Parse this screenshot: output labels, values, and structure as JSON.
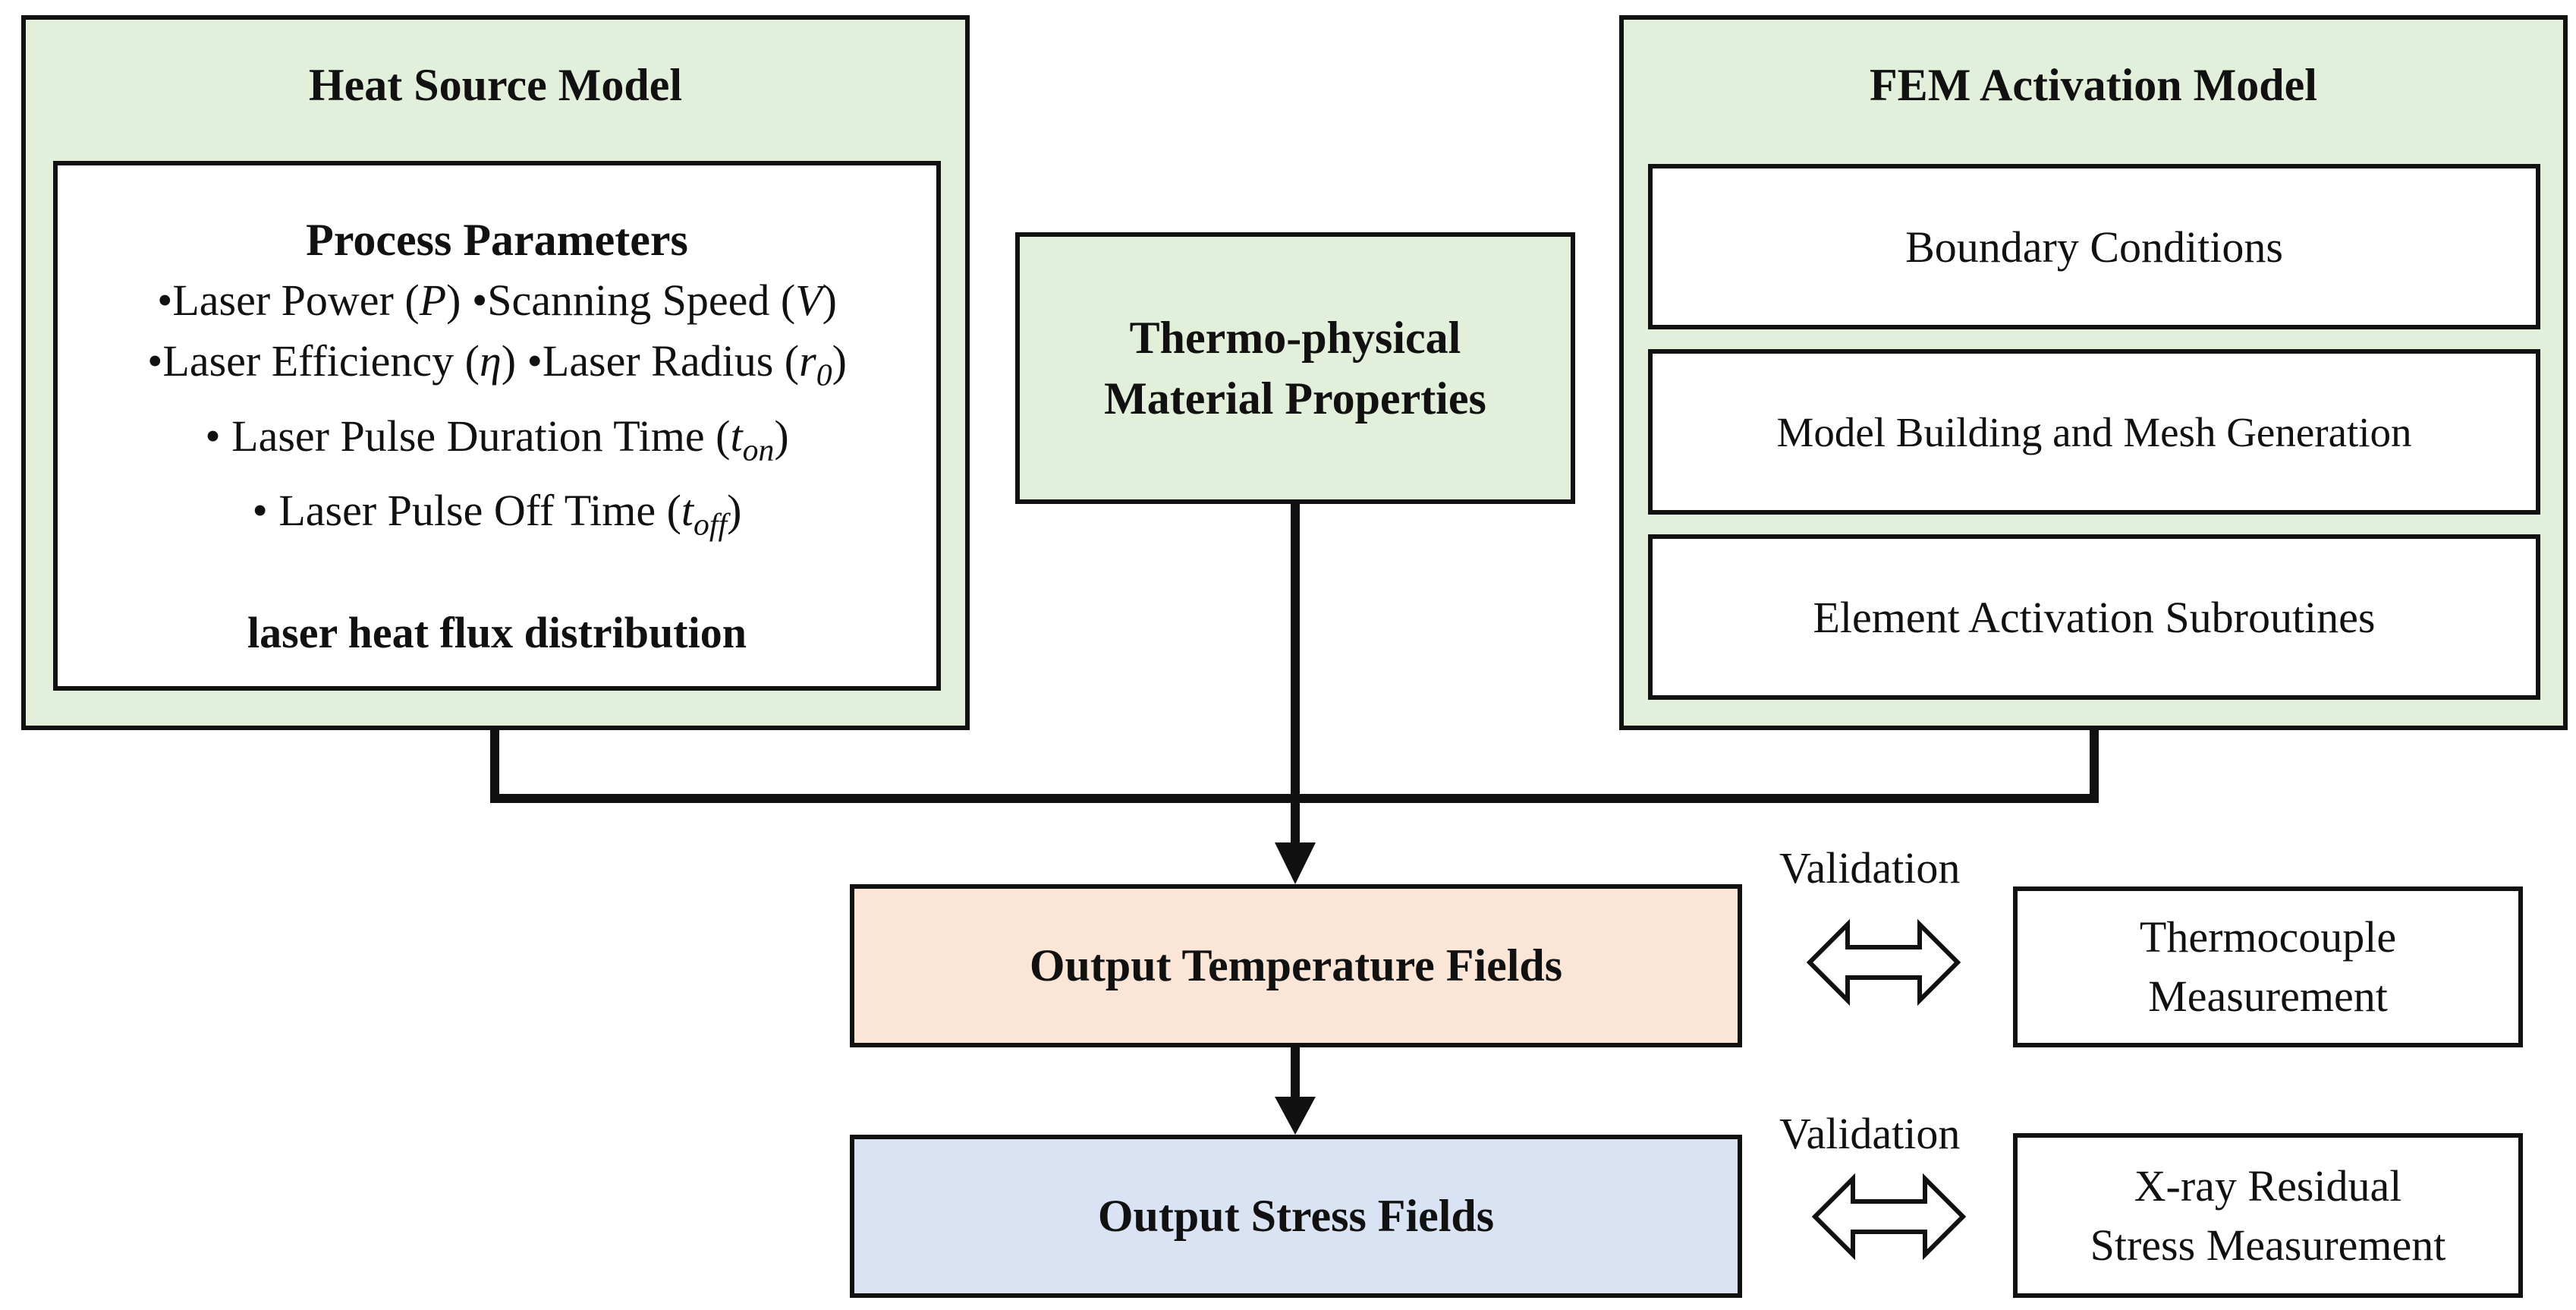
{
  "heat_source": {
    "title": "Heat Source Model",
    "params_heading": "Process Parameters",
    "line1": {
      "a": "•Laser Power (",
      "a_var": "P",
      "b": ") •Scanning Speed (",
      "b_var": "V",
      "c": ")"
    },
    "line2": {
      "a": "•Laser Efficiency (",
      "a_var": "η",
      "b": ") •Laser Radius (",
      "b_var": "r",
      "b_sub": "0",
      "c": ")"
    },
    "line3": {
      "a": "• Laser Pulse Duration Time (",
      "var": "t",
      "sub": "on",
      "c": ")"
    },
    "line4": {
      "a": "• Laser Pulse Off Time (",
      "var": "t",
      "sub": "off",
      "c": ")"
    },
    "flux_label": "laser heat flux distribution"
  },
  "material": {
    "line1": "Thermo-physical",
    "line2": "Material Properties"
  },
  "fem": {
    "title": "FEM Activation Model",
    "items": [
      {
        "label": "Boundary Conditions"
      },
      {
        "label": "Model Building and Mesh Generation"
      },
      {
        "label": "Element Activation Subroutines"
      }
    ]
  },
  "outputs": {
    "temperature": "Output Temperature Fields",
    "stress": "Output Stress Fields"
  },
  "validation": {
    "label_top": "Validation",
    "label_bottom": "Validation"
  },
  "measurements": {
    "thermocouple": {
      "line1": "Thermocouple",
      "line2": "Measurement"
    },
    "xray": {
      "line1": "X-ray Residual",
      "line2": "Stress Measurement"
    }
  },
  "colors": {
    "green": "#e2efda",
    "orange": "#fbe5d6",
    "blue": "#dae3f3",
    "stroke": "#111111"
  }
}
